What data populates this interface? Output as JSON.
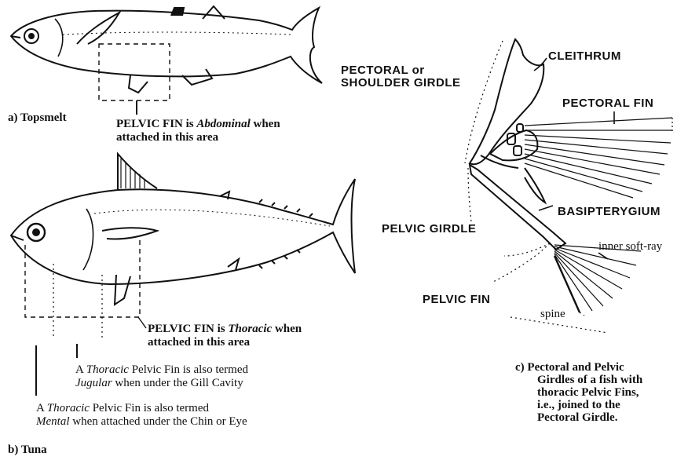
{
  "topsmelt": {
    "caption": "a) Topsmelt",
    "abdominal_line1_pre": "PELVIC FIN is ",
    "abdominal_line1_em": "Abdominal",
    "abdominal_line1_post": " when",
    "abdominal_line2": "attached in this area"
  },
  "tuna": {
    "caption": "b) Tuna",
    "thoracic_line1_pre": "PELVIC FIN is ",
    "thoracic_line1_em": "Thoracic",
    "thoracic_line1_post": " when",
    "thoracic_line2": "attached in this area",
    "jugular_line1_pre": "A ",
    "jugular_line1_em": "Thoracic",
    "jugular_line1_post": " Pelvic Fin is also termed",
    "jugular_line2_em": "Jugular",
    "jugular_line2_post": " when under the Gill Cavity",
    "mental_line1_pre": "A ",
    "mental_line1_em": "Thoracic",
    "mental_line1_post": " Pelvic Fin is also termed",
    "mental_line2_em": "Mental",
    "mental_line2_post": " when attached under the Chin or Eye"
  },
  "girdles": {
    "pectoral_girdle_line1": "PECTORAL or",
    "pectoral_girdle_line2": "SHOULDER GIRDLE",
    "cleithrum": "CLEITHRUM",
    "pectoral_fin": "PECTORAL FIN",
    "basipterygium": "BASIPTERYGIUM",
    "pelvic_girdle": "PELVIC GIRDLE",
    "inner_soft_ray": "inner soft-ray",
    "pelvic_fin": "PELVIC FIN",
    "spine": "spine",
    "caption_line1": "c) Pectoral and Pelvic",
    "caption_line2": "Girdles of a fish with",
    "caption_line3": "thoracic Pelvic Fins,",
    "caption_line4": "i.e., joined to the",
    "caption_line5": "Pectoral Girdle."
  }
}
